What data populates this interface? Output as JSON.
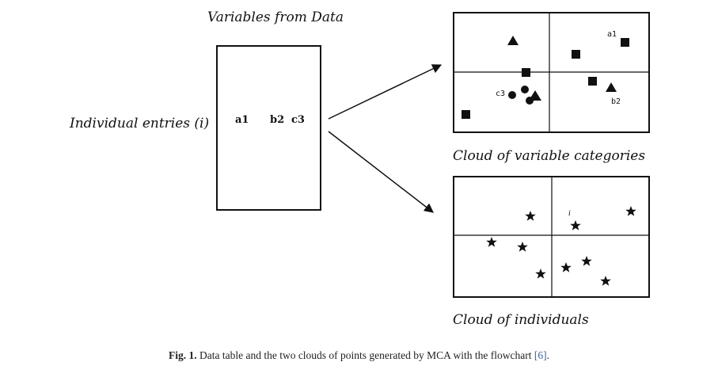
{
  "labels": {
    "variables_from_data": "Variables from Data",
    "individual_entries": "Individual entries (i)",
    "cloud_variable_categories": "Cloud of variable categories",
    "cloud_individuals": "Cloud of individuals"
  },
  "table": {
    "cells": [
      "a1",
      "b2",
      "c3"
    ]
  },
  "cloud_categories": {
    "point_labels": {
      "a1": "a1",
      "b2": "b2",
      "c3": "c3"
    }
  },
  "cloud_individuals": {
    "point_label": "i"
  },
  "caption": {
    "fig": "Fig. 1.",
    "text": " Data table and the two clouds of points generated by MCA with the flowchart ",
    "ref": "[6]",
    "end": "."
  },
  "colors": {
    "ink": "#111111",
    "reference_link": "#3b62a8"
  }
}
